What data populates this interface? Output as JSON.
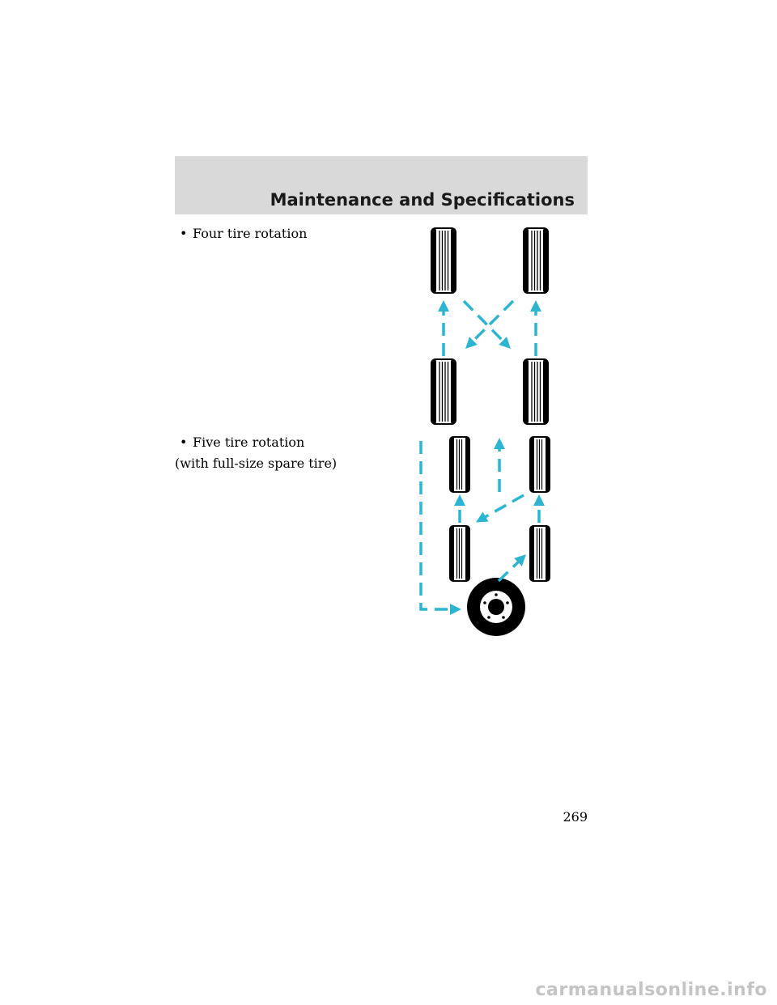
{
  "header": {
    "section_title": "Maintenance and Specifications"
  },
  "four_tire": {
    "bullet": "•",
    "label": "Four tire rotation"
  },
  "five_tire": {
    "bullet": "•",
    "label": "Five tire rotation",
    "note": "(with full-size spare tire)"
  },
  "footer": {
    "page_number": "269"
  },
  "watermark": "carmanualsonline.info",
  "colors": {
    "header_band": "#d9d9d9",
    "arrow": "#2bb5d1",
    "tire": "#000000"
  },
  "icons": [
    "tire-icon",
    "spare-wheel-icon",
    "rotation-arrow-icon"
  ]
}
